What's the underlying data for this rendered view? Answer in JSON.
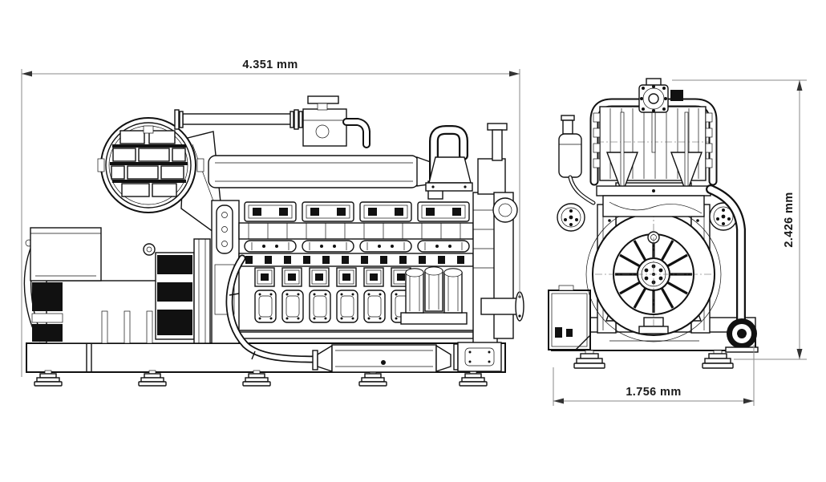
{
  "drawing": {
    "description": "two-view dimensioned outline drawing of an industrial engine generator set",
    "side_view": {
      "name": "side-view",
      "width_dimension": {
        "value": "4.351",
        "unit": "mm",
        "label": "4.351 mm"
      }
    },
    "front_view": {
      "name": "front-view",
      "height_dimension": {
        "value": "2.426",
        "unit": "mm",
        "label": "2.426 mm"
      },
      "width_dimension": {
        "value": "1.756",
        "unit": "mm",
        "label": "1.756 mm"
      }
    },
    "colors": {
      "ink": "#111111",
      "dimension_line": "#8a8a8a",
      "dimension_text": "#1a1a1a",
      "background": "#ffffff"
    }
  }
}
